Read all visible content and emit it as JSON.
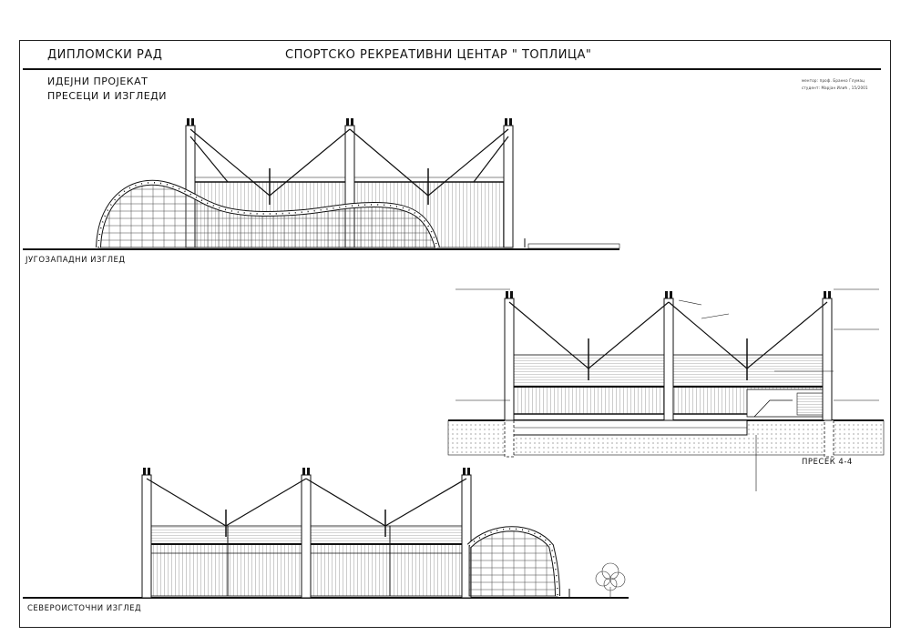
{
  "header": {
    "left_title": "ДИПЛОМСКИ РАД",
    "center_title": "СПОРТСКО РЕКРЕАТИВНИ ЦЕНТАР \" ТОПЛИЦА\"",
    "subtitle_1": "ИДЕЈНИ ПРОЈЕКАТ",
    "subtitle_2": "ПРЕСЕЦИ И ИЗГЛЕДИ",
    "credit_1": "ментор: проф. Бранко Глумац",
    "credit_2": "студент: Марјан Илић , 15/2001"
  },
  "drawings": {
    "southwest_label": "ЈУГОЗАПАДНИ ИЗГЛЕД",
    "northeast_label": "СЕВЕРОИСТОЧНИ ИЗГЛЕД",
    "section_label": "ПРЕСЕК 4-4"
  },
  "colors": {
    "ink": "#111111",
    "paper": "#ffffff",
    "hatch": "#555555"
  }
}
